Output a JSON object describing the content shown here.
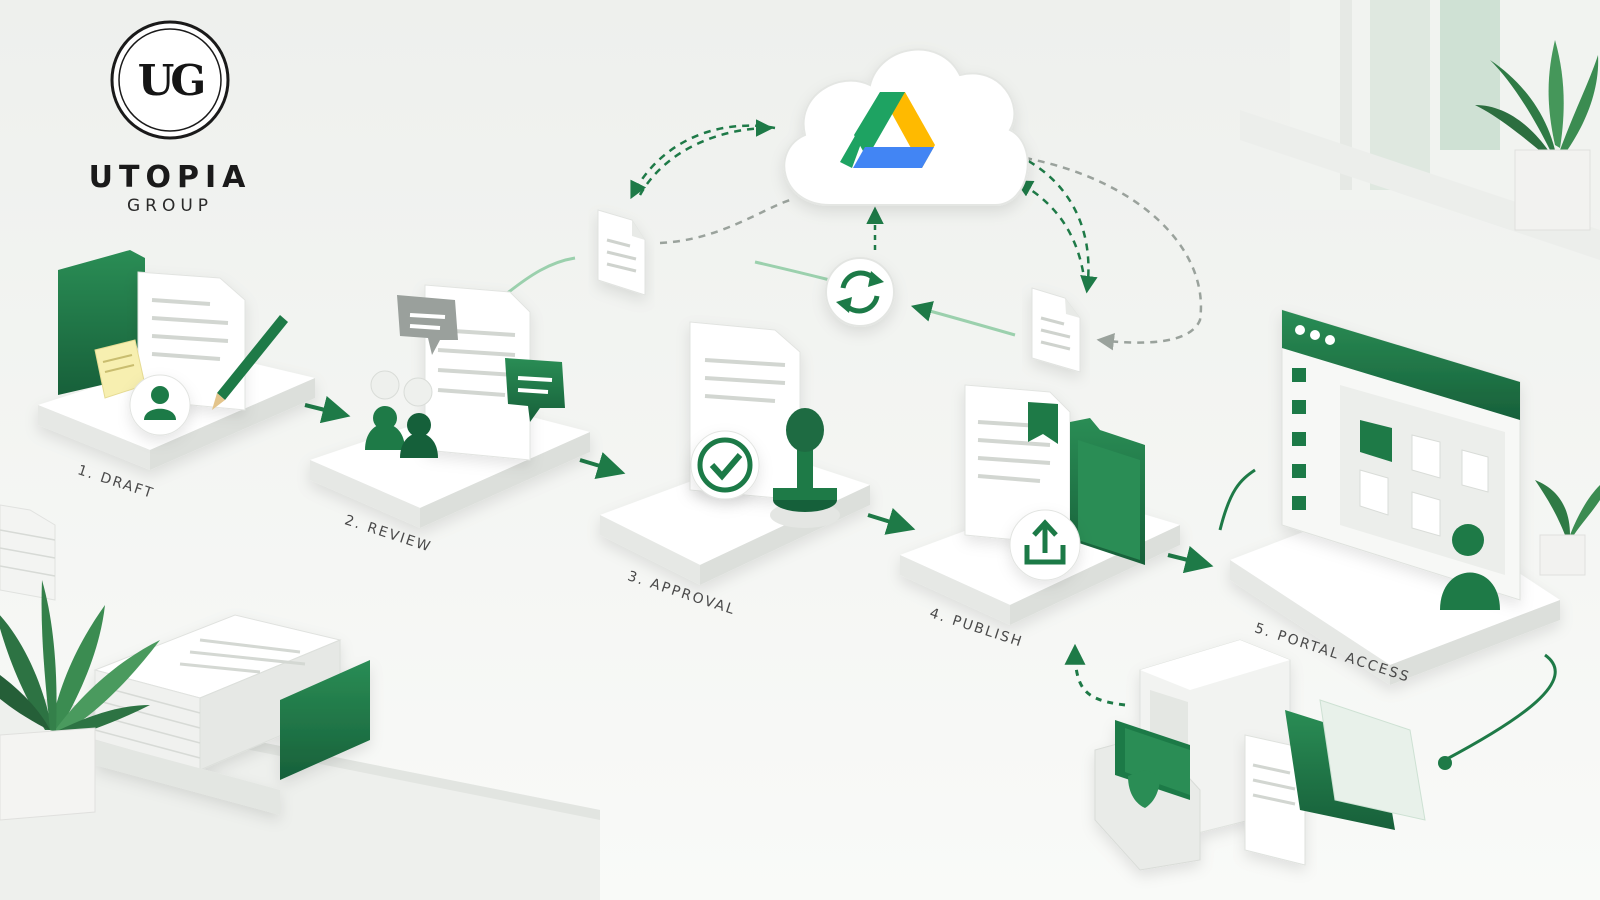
{
  "brand": {
    "monogram": "UG",
    "name": "UTOPIA",
    "subtitle": "GROUP"
  },
  "steps": [
    {
      "id": "draft",
      "label": "1. DRAFT",
      "icons": [
        "folder-icon",
        "document-icon",
        "sticky-note-icon",
        "user-icon",
        "pencil-icon"
      ]
    },
    {
      "id": "review",
      "label": "2. REVIEW",
      "icons": [
        "users-icon",
        "document-icon",
        "comment-icon"
      ]
    },
    {
      "id": "approval",
      "label": "3. APPROVAL",
      "icons": [
        "document-icon",
        "checkmark-icon",
        "stamp-icon"
      ]
    },
    {
      "id": "publish",
      "label": "4. PUBLISH",
      "icons": [
        "document-icon",
        "bookmark-icon",
        "folder-icon",
        "upload-icon"
      ]
    },
    {
      "id": "portal",
      "label": "5. PORTAL ACCESS",
      "icons": [
        "browser-window-icon",
        "folder-icon",
        "document-icon",
        "user-icon"
      ]
    }
  ],
  "cloud": {
    "service_icon": "google-drive-icon",
    "sync_icon": "sync-icon"
  },
  "archive": {
    "icons": [
      "filing-cabinet-icon",
      "shield-icon",
      "folder-icon",
      "document-icon"
    ]
  },
  "colors": {
    "primary_green": "#1e7a47",
    "dark_green": "#15603a",
    "light_green": "#d9ebdf",
    "platform": "#ffffff",
    "background": "#f6f7f5",
    "drive_green": "#1ea362",
    "drive_yellow": "#ffba00",
    "drive_blue": "#4285f4"
  }
}
